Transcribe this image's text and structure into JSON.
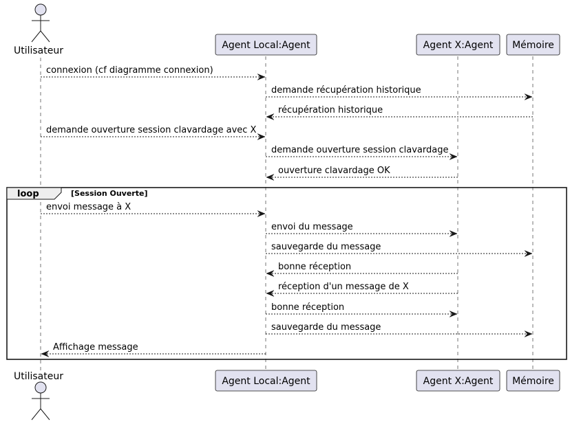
{
  "participants": [
    {
      "id": "user",
      "kind": "actor",
      "label": "Utilisateur"
    },
    {
      "id": "local",
      "kind": "box",
      "label": "Agent Local:Agent"
    },
    {
      "id": "x",
      "kind": "box",
      "label": "Agent X:Agent"
    },
    {
      "id": "mem",
      "kind": "box",
      "label": "Mémoire"
    }
  ],
  "messages": [
    {
      "from": "user",
      "to": "local",
      "label": "connexion (cf diagramme connexion)"
    },
    {
      "from": "local",
      "to": "mem",
      "label": "demande récupération historique"
    },
    {
      "from": "mem",
      "to": "local",
      "label": "récupération historique"
    },
    {
      "from": "user",
      "to": "local",
      "label": "demande ouverture session clavardage avec X"
    },
    {
      "from": "local",
      "to": "x",
      "label": "demande ouverture session clavardage"
    },
    {
      "from": "x",
      "to": "local",
      "label": "ouverture clavardage OK"
    },
    {
      "from": "user",
      "to": "local",
      "label": "envoi message à X"
    },
    {
      "from": "local",
      "to": "x",
      "label": "envoi du message"
    },
    {
      "from": "local",
      "to": "mem",
      "label": "sauvegarde du message"
    },
    {
      "from": "x",
      "to": "local",
      "label": "bonne réception"
    },
    {
      "from": "x",
      "to": "local",
      "label": "réception d'un message de X"
    },
    {
      "from": "local",
      "to": "x",
      "label": "bonne réception"
    },
    {
      "from": "local",
      "to": "mem",
      "label": "sauvegarde du message"
    },
    {
      "from": "local",
      "to": "user",
      "label": "Affichage message"
    }
  ],
  "loop": {
    "keyword": "loop",
    "condition": "[Session Ouverte]"
  },
  "colors": {
    "participant_fill": "#e2e2f0",
    "participant_border": "#181818",
    "line": "#181818"
  }
}
